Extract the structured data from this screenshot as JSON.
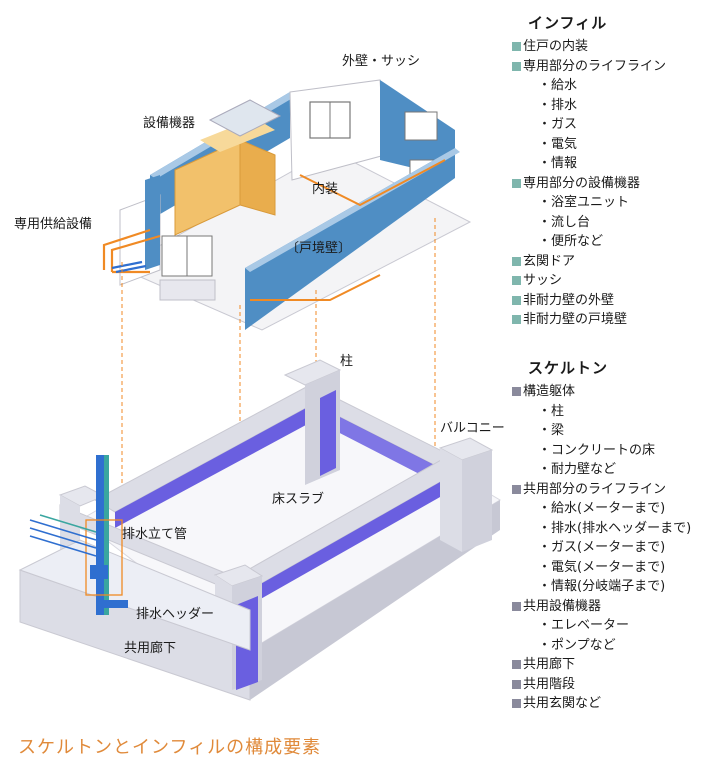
{
  "colors": {
    "wall_blue": "#4f8ec4",
    "wall_top": "#a9c9e6",
    "wood": "#f2c16b",
    "skeleton_light": "#dcdde6",
    "skeleton_purple": "#6a5fe0",
    "orange": "#f08a24",
    "pipe_blue": "#2f6fd0",
    "pipe_teal": "#3aa6a0",
    "caption": "#e08a3a"
  },
  "diagram": {
    "labels": {
      "exterior_wall": "外壁・サッシ",
      "equipment": "設備機器",
      "interior": "内装",
      "boundary_wall": "〔戸境壁〕",
      "private_supply": "専用供給設備",
      "column": "柱",
      "balcony": "バルコニー",
      "floor_slab": "床スラブ",
      "drain_stack": "排水立て管",
      "drain_header": "排水ヘッダー",
      "common_corridor": "共用廊下"
    }
  },
  "legend": {
    "infill": {
      "title": "インフィル",
      "items": [
        {
          "text": "住戸の内装",
          "sub": []
        },
        {
          "text": "専用部分のライフライン",
          "sub": [
            "・給水",
            "・排水",
            "・ガス",
            "・電気",
            "・情報"
          ]
        },
        {
          "text": "専用部分の設備機器",
          "sub": [
            "・浴室ユニット",
            "・流し台",
            "・便所など"
          ]
        },
        {
          "text": "玄関ドア",
          "sub": []
        },
        {
          "text": "サッシ",
          "sub": []
        },
        {
          "text": "非耐力壁の外壁",
          "sub": []
        },
        {
          "text": "非耐力壁の戸境壁",
          "sub": []
        }
      ]
    },
    "skeleton": {
      "title": "スケルトン",
      "items": [
        {
          "text": "構造躯体",
          "sub": [
            "・柱",
            "・梁",
            "・コンクリートの床",
            "・耐力壁など"
          ]
        },
        {
          "text": "共用部分のライフライン",
          "sub": [
            "・給水(メーターまで)",
            "・排水(排水ヘッダーまで)",
            "・ガス(メーターまで)",
            "・電気(メーターまで)",
            "・情報(分岐端子まで)"
          ]
        },
        {
          "text": "共用設備機器",
          "sub": [
            "・エレベーター",
            "・ポンプなど"
          ]
        },
        {
          "text": "共用廊下",
          "sub": []
        },
        {
          "text": "共用階段",
          "sub": []
        },
        {
          "text": "共用玄関など",
          "sub": []
        }
      ]
    }
  },
  "caption": "スケルトンとインフィルの構成要素"
}
